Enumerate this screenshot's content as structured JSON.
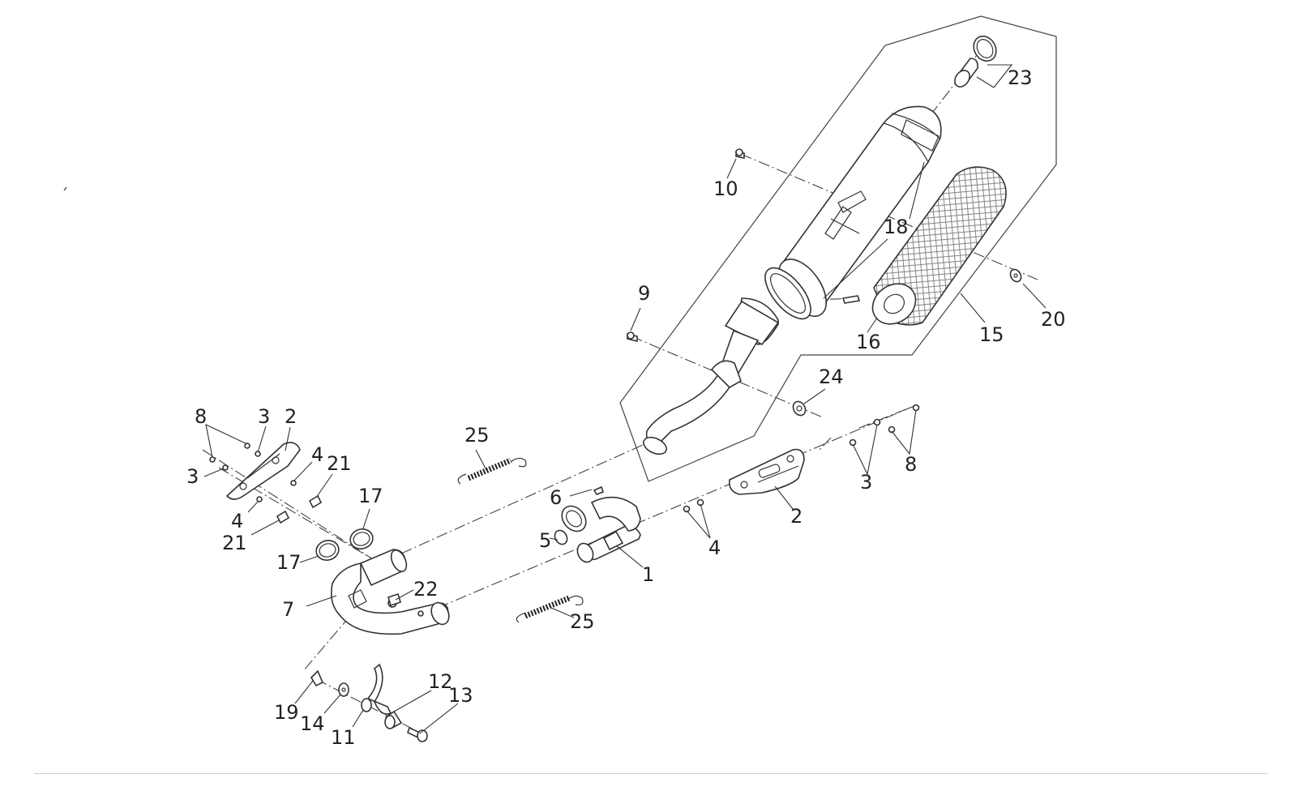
{
  "diagram": {
    "callouts": {
      "c1": "1",
      "c2a": "2",
      "c2b": "2",
      "c3a": "3",
      "c3b": "3",
      "c3c": "3",
      "c4a": "4",
      "c4b": "4",
      "c4c": "4",
      "c5": "5",
      "c6": "6",
      "c7": "7",
      "c8a": "8",
      "c8b": "8",
      "c9": "9",
      "c10": "10",
      "c11": "11",
      "c12": "12",
      "c13": "13",
      "c14": "14",
      "c15": "15",
      "c16": "16",
      "c17a": "17",
      "c17b": "17",
      "c18": "18",
      "c19": "19",
      "c20": "20",
      "c21a": "21",
      "c21b": "21",
      "c22": "22",
      "c23": "23",
      "c24": "24",
      "c25a": "25",
      "c25b": "25"
    }
  }
}
